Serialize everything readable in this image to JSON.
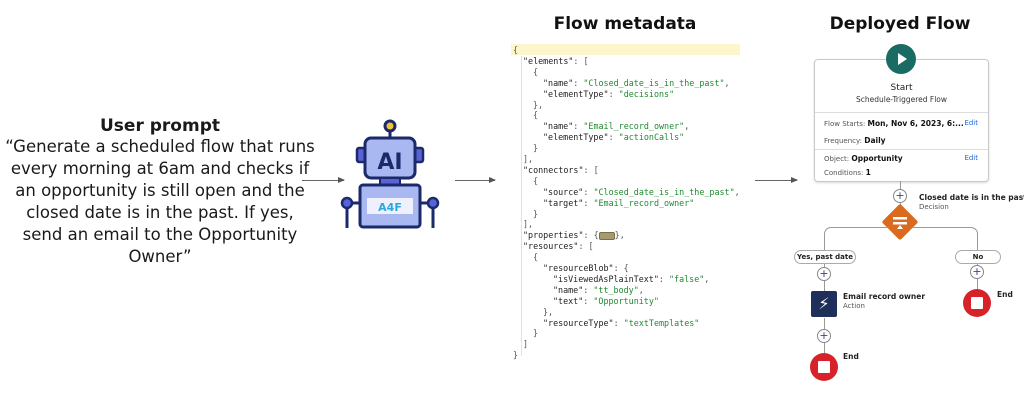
{
  "user_prompt": {
    "title": "User prompt",
    "text": "“Generate a scheduled flow that runs every morning at 6am and checks if an opportunity is still open and the closed date is in the past. If yes, send an email to the Opportunity Owner”"
  },
  "robot": {
    "screen_label": "AI",
    "body_label": "A4F",
    "colors": {
      "outline": "#1b2a6b",
      "fill": "#a9b8f0",
      "accent": "#5a63d6",
      "text": "#29a8e0"
    }
  },
  "metadata": {
    "title": "Flow metadata",
    "lines": [
      {
        "indent": 0,
        "tokens": [
          [
            "p",
            "{"
          ]
        ]
      },
      {
        "indent": 1,
        "tokens": [
          [
            "k",
            "\"elements\""
          ],
          [
            "p",
            ": ["
          ]
        ]
      },
      {
        "indent": 2,
        "tokens": [
          [
            "p",
            "{"
          ]
        ]
      },
      {
        "indent": 3,
        "tokens": [
          [
            "k",
            "\"name\""
          ],
          [
            "p",
            ": "
          ],
          [
            "s",
            "\"Closed_date_is_in_the_past\""
          ],
          [
            "p",
            ","
          ]
        ]
      },
      {
        "indent": 3,
        "tokens": [
          [
            "k",
            "\"elementType\""
          ],
          [
            "p",
            ": "
          ],
          [
            "s",
            "\"decisions\""
          ]
        ]
      },
      {
        "indent": 2,
        "tokens": [
          [
            "p",
            "},"
          ]
        ]
      },
      {
        "indent": 2,
        "tokens": [
          [
            "p",
            "{"
          ]
        ]
      },
      {
        "indent": 3,
        "tokens": [
          [
            "k",
            "\"name\""
          ],
          [
            "p",
            ": "
          ],
          [
            "s",
            "\"Email_record_owner\""
          ],
          [
            "p",
            ","
          ]
        ]
      },
      {
        "indent": 3,
        "tokens": [
          [
            "k",
            "\"elementType\""
          ],
          [
            "p",
            ": "
          ],
          [
            "s",
            "\"actionCalls\""
          ]
        ]
      },
      {
        "indent": 2,
        "tokens": [
          [
            "p",
            "}"
          ]
        ]
      },
      {
        "indent": 1,
        "tokens": [
          [
            "p",
            "],"
          ]
        ]
      },
      {
        "indent": 1,
        "tokens": [
          [
            "k",
            "\"connectors\""
          ],
          [
            "p",
            ": ["
          ]
        ]
      },
      {
        "indent": 2,
        "tokens": [
          [
            "p",
            "{"
          ]
        ]
      },
      {
        "indent": 3,
        "tokens": [
          [
            "k",
            "\"source\""
          ],
          [
            "p",
            ": "
          ],
          [
            "s",
            "\"Closed_date_is_in_the_past\""
          ],
          [
            "p",
            ","
          ]
        ]
      },
      {
        "indent": 3,
        "tokens": [
          [
            "k",
            "\"target\""
          ],
          [
            "p",
            ": "
          ],
          [
            "s",
            "\"Email_record_owner\""
          ]
        ]
      },
      {
        "indent": 2,
        "tokens": [
          [
            "p",
            "}"
          ]
        ]
      },
      {
        "indent": 1,
        "tokens": [
          [
            "p",
            "],"
          ]
        ]
      },
      {
        "indent": 1,
        "tokens": [
          [
            "k",
            "\"properties\""
          ],
          [
            "p",
            ": {"
          ],
          [
            "fold",
            ""
          ],
          [
            "p",
            "},"
          ]
        ]
      },
      {
        "indent": 1,
        "tokens": [
          [
            "k",
            "\"resources\""
          ],
          [
            "p",
            ": ["
          ]
        ]
      },
      {
        "indent": 2,
        "tokens": [
          [
            "p",
            "{"
          ]
        ]
      },
      {
        "indent": 3,
        "tokens": [
          [
            "k",
            "\"resourceBlob\""
          ],
          [
            "p",
            ": {"
          ]
        ]
      },
      {
        "indent": 4,
        "tokens": [
          [
            "k",
            "\"isViewedAsPlainText\""
          ],
          [
            "p",
            ": "
          ],
          [
            "s",
            "\"false\""
          ],
          [
            "p",
            ","
          ]
        ]
      },
      {
        "indent": 4,
        "tokens": [
          [
            "k",
            "\"name\""
          ],
          [
            "p",
            ": "
          ],
          [
            "s",
            "\"tt_body\""
          ],
          [
            "p",
            ","
          ]
        ]
      },
      {
        "indent": 4,
        "tokens": [
          [
            "k",
            "\"text\""
          ],
          [
            "p",
            ": "
          ],
          [
            "s",
            "\"Opportunity\""
          ]
        ]
      },
      {
        "indent": 3,
        "tokens": [
          [
            "p",
            "},"
          ]
        ]
      },
      {
        "indent": 3,
        "tokens": [
          [
            "k",
            "\"resourceType\""
          ],
          [
            "p",
            ": "
          ],
          [
            "s",
            "\"textTemplates\""
          ]
        ]
      },
      {
        "indent": 2,
        "tokens": [
          [
            "p",
            "}"
          ]
        ]
      },
      {
        "indent": 1,
        "tokens": [
          [
            "p",
            "]"
          ]
        ]
      },
      {
        "indent": 0,
        "tokens": [
          [
            "p",
            "}"
          ]
        ]
      }
    ]
  },
  "flow": {
    "title": "Deployed Flow",
    "start": {
      "title": "Start",
      "subtitle": "Schedule-Triggered Flow",
      "flow_starts_label": "Flow Starts:",
      "flow_starts_value": "Mon, Nov 6, 2023, 6:...",
      "frequency_label": "Frequency:",
      "frequency_value": "Daily",
      "object_label": "Object:",
      "object_value": "Opportunity",
      "conditions_label": "Conditions:",
      "conditions_value": "1",
      "edit_label": "Edit"
    },
    "decision": {
      "name": "Closed date is in the past",
      "type": "Decision"
    },
    "branches": {
      "yes": "Yes, past date",
      "no": "No"
    },
    "action": {
      "name": "Email record owner",
      "type": "Action"
    },
    "end_label": "End",
    "colors": {
      "start": "#1b6b65",
      "decision": "#d96a1e",
      "action": "#1e2f5a",
      "end": "#d8222a",
      "link": "#1b6ad6"
    }
  }
}
